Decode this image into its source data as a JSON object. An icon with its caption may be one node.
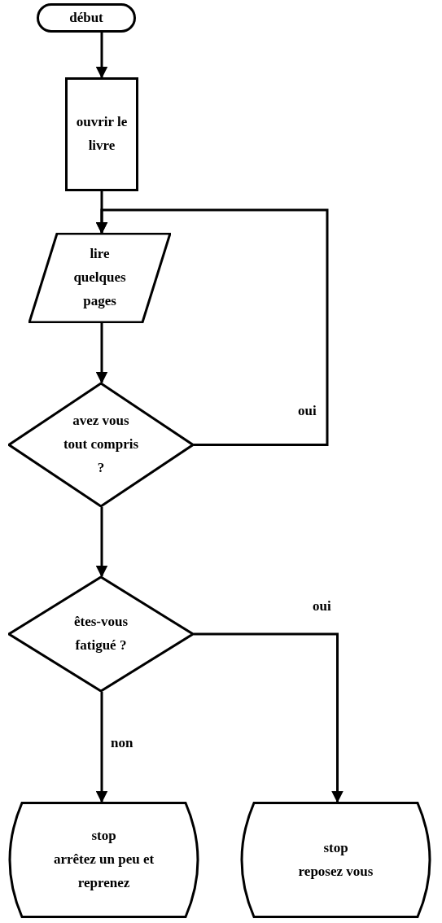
{
  "diagram": {
    "nodes": [
      {
        "text": [
          "début"
        ]
      },
      {
        "text": [
          "ouvrir le livre"
        ]
      },
      {
        "text": [
          "lire quelques pages"
        ]
      },
      {
        "text": [
          "avez vous tout compris ?"
        ]
      },
      {
        "text": [
          "êtes-vous fatigué ?"
        ]
      },
      {
        "text": [
          "stop",
          "arrêtez un peu et reprenez"
        ]
      },
      {
        "text": [
          "stop",
          "reposez vous"
        ]
      }
    ],
    "edges": [
      {
        "from": 0,
        "to": 1,
        "arrow": "to"
      },
      {
        "from": 1,
        "to": 2,
        "arrow": "to"
      },
      {
        "from": 2,
        "to": 3,
        "arrow": "to"
      },
      {
        "from": 3,
        "to": 2,
        "label": "oui",
        "arrow": "to"
      },
      {
        "from": 3,
        "to": 4,
        "arrow": "to"
      },
      {
        "from": 4,
        "to": 6,
        "label": "oui",
        "arrow": "to"
      },
      {
        "from": 4,
        "to": 5,
        "label": "non",
        "arrow": "to"
      }
    ]
  }
}
